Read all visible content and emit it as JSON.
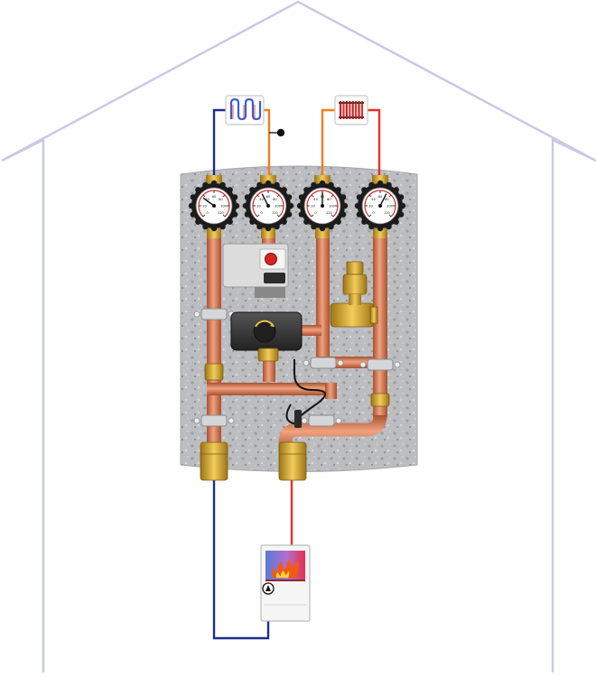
{
  "colors": {
    "house_outline": "#c9c9e6",
    "supply_line": "#e8302a",
    "return_line": "#1f2d8c",
    "mixed_line": "#f07d1e",
    "copper_pipe": "#d2754f",
    "insulation": "#b9babd",
    "brass": "#c99a2e",
    "gauge_bezel": "#1c1c1c",
    "actuator": "#3a3a3a",
    "pump": "#dcdcdc",
    "pump_knob": "#d8231f",
    "boiler_flame": "#f25b12"
  },
  "icons": {
    "floor_heating": "floor-heating-coil-icon",
    "radiator": "radiator-icon",
    "boiler": "boiler-icon",
    "sensor": "temperature-sensor-icon"
  },
  "gauges": {
    "count": 4,
    "scale": [
      "0",
      "20",
      "40",
      "60",
      "80",
      "100",
      "120"
    ]
  }
}
